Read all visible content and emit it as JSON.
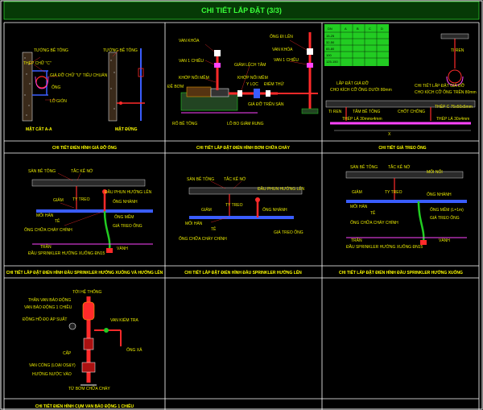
{
  "title": "CHI TIẾT LẮP ĐẶT (3/3)",
  "colors": {
    "background": "#000000",
    "frame": "#ffffff",
    "pipe_red": "#ff2a2a",
    "pipe_green": "#22cc22",
    "pipe_blue": "#3a5dff",
    "label": "#e8e800",
    "title": "#39ff39",
    "magenta": "#ff44ff",
    "cyan": "#00e5ff"
  },
  "panels": {
    "p1": {
      "caption": "CHI TIẾT ĐIỂN HÌNH GIÁ ĐỠ ỐNG",
      "labels": [
        "TƯỜNG BÊ TÔNG",
        "TƯỜNG BÊ TÔNG",
        "THÉP CHỮ \"C\"",
        "GIÁ ĐỠ CHỮ \"U\" TIÊU CHUẨN",
        "ỐNG",
        "LỖ GIÓN"
      ],
      "sub": [
        "MẶT CẮT A-A",
        "MẶT ĐỨNG"
      ]
    },
    "p2": {
      "caption": "CHI TIẾT LẮP ĐẶT ĐIỂN HÌNH BƠM CHỮA CHÁY",
      "labels": [
        "VAN KHÓA",
        "VAN 1 CHIỀU",
        "KHỚP NỐI MỀM",
        "ĐỀ BƠM",
        "GIẢM LỆCH TÂM",
        "KHỚP NỐI MỀM",
        "Y LỌC",
        "ĐIỂM THỬ",
        "GIÁ ĐỠ TRÊN SÀN",
        "RỐ BÊ TÔNG",
        "LỖ BO GIẢM RUNG",
        "ỐNG ĐI LÊN",
        "VAN KHÓA",
        "VAN 1 CHIỀU"
      ]
    },
    "p3": {
      "caption": "CHI TIẾT GIÁ TREO ỐNG",
      "labels": [
        "LẮP ĐẶT GIÁ ĐỠ",
        "CHO KÍCH CỠ ỐNG DƯỚI 80mm",
        "TI REN",
        "CHI TIẾT LẮP ĐẶT GIÁ ĐỠ",
        "CHO KÍCH CỠ ỐNG TRÊN 80mm",
        "TẤM BÊ TÔNG",
        "CHỐT CHỐNG",
        "TI REN",
        "THÉP C 75x50x5mm",
        "THÉP LÁ 30mmx4mm",
        "THÉP LÁ 30x4mm"
      ],
      "table": {
        "headers": [
          "DN",
          "A",
          "B",
          "C",
          "D"
        ],
        "rows": [
          [
            "15-25",
            "",
            "",
            "",
            ""
          ],
          [
            "32-50",
            "",
            "",
            "",
            ""
          ],
          [
            "65-80",
            "",
            "",
            "",
            ""
          ],
          [
            "100",
            "",
            "",
            "",
            ""
          ],
          [
            "125-150",
            "",
            "",
            "",
            ""
          ]
        ]
      }
    },
    "p4": {
      "caption": "CHI TIẾT LẮP ĐẶT ĐIỂN HÌNH ĐẦU SPRINKLER HƯỚNG XUỐNG VÀ HƯỚNG LÊN",
      "labels": [
        "SÀN BÊ TÔNG",
        "TẮC KÊ NỞ",
        "TY TREO",
        "ĐẦU PHUN HƯỚNG LÊN",
        "GIẢM",
        "ỐNG NHÁNH",
        "MỐI HÀN",
        "ỐNG MỀM",
        "TÊ",
        "GIÁ TREO ỐNG",
        "ỐNG CHỮA CHÁY CHÍNH",
        "TRẦN",
        "ĐẦU SPRINKLER HƯỚNG XUỐNG ĐN15",
        "VÀNH"
      ]
    },
    "p5": {
      "caption": "CHI TIẾT LẮP ĐẶT ĐIỂN HÌNH ĐẦU SPRINKLER HƯỚNG LÊN",
      "labels": [
        "SÀN BÊ TÔNG",
        "TẮC KÊ NỞ",
        "ĐẦU PHUN HƯỚNG LÊN",
        "TY TREO",
        "ỐNG NHÁNH",
        "GIẢM",
        "MỐI HÀN",
        "TÊ",
        "GIÁ TREO ỐNG",
        "ỐNG CHỮA CHÁY CHÍNH"
      ]
    },
    "p6": {
      "caption": "CHI TIẾT LẮP ĐẶT ĐIỂN HÌNH ĐẦU SPRINKLER HƯỚNG XUỐNG",
      "labels": [
        "SÀN BÊ TÔNG",
        "TẮC KÊ NỞ",
        "MỐI NỐI",
        "TY TREO",
        "GIẢM",
        "ỐNG NHÁNH",
        "MỐI HÀN",
        "ỐNG MỀM (L=1m)",
        "TÊ",
        "GIÁ TREO ỐNG",
        "ỐNG CHỮA CHÁY CHÍNH",
        "TRẦN",
        "VÀNH",
        "ĐẦU SPRINKLER HƯỚNG XUỐNG ĐN15"
      ]
    },
    "p7": {
      "caption": "CHI TIẾT ĐIỂN HÌNH CỤM VAN BÁO ĐỘNG 1 CHIỀU",
      "labels": [
        "TỚI HỆ THỐNG",
        "THÂN VAN BÁO ĐỘNG",
        "VAN BÁO ĐỘNG 1 CHIỀU",
        "ĐỒNG HỒ ĐO ÁP SUẤT",
        "VAN KIỂM TRA",
        "VAN CỔNG (LOẠI OS&Y)",
        "HƯỚNG NƯỚC VÀO",
        "TỪ BƠM CHỮA CHÁY",
        "ỐNG XẢ",
        "CẤP"
      ]
    }
  }
}
